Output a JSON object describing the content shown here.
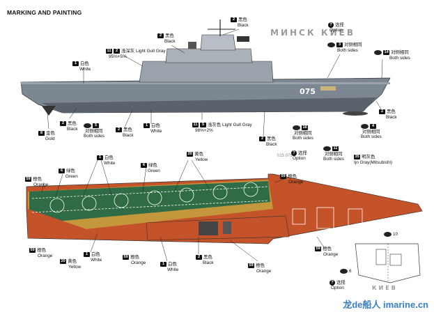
{
  "title": "MARKING AND PAINTING",
  "ship_name_top": "МИНСК КИЕВ",
  "ship_name_bottom": "КИЕВ",
  "hull_number": "075",
  "small_numbers": "015  075",
  "callouts": {
    "top_black_1": {
      "num": "2",
      "cn": "黑色",
      "en": "Black"
    },
    "top_option": {
      "num": "?",
      "cn": "选择",
      "en": "Option"
    },
    "top_black_2": {
      "num": "2",
      "cn": "黑色",
      "en": "Black"
    },
    "light_gull_gray_top": {
      "num1": "11",
      "num2": "2",
      "cn": "浅深灰",
      "en": "Light Gull Gray",
      "ratio": "95%+5%"
    },
    "white_top": {
      "num": "1",
      "cn": "白色",
      "en": "White"
    },
    "both_sides_3": {
      "num": "3",
      "cn": "对侧相同",
      "en": "Both sides"
    },
    "both_sides_14": {
      "num": "14",
      "cn": "对侧相同",
      "en": "Both sides"
    },
    "black_left": {
      "num": "2",
      "cn": "黑色",
      "en": "Black"
    },
    "both_sides_5": {
      "num": "5",
      "cn": "对侧相同",
      "en": "Both sides"
    },
    "gold": {
      "num": "8",
      "cn": "金色",
      "en": "Gold"
    },
    "black_mid": {
      "num": "2",
      "cn": "黑色",
      "en": "Black"
    },
    "white_mid": {
      "num": "1",
      "cn": "白色",
      "en": "White"
    },
    "light_gull_gray_bottom": {
      "num1": "11",
      "num2": "5",
      "cn": "浅灰色",
      "en": "Light Gull Gray",
      "ratio": "98%+2%"
    },
    "black_right_hull": {
      "num": "2",
      "cn": "黑色",
      "en": "Black"
    },
    "both_sides_16": {
      "num": "16",
      "cn": "对侧相同",
      "en": "Both sides"
    },
    "option_mid": {
      "num": "?",
      "cn": "选择",
      "en": "Option"
    },
    "both_sides_11": {
      "num": "11",
      "cn": "对侧相同",
      "en": "Both sides"
    },
    "both_sides_4": {
      "num": "4",
      "cn": "对侧相同",
      "en": "Both sides"
    },
    "black_bow": {
      "num": "2",
      "cn": "黑色",
      "en": "Black"
    },
    "ijn_gray": {
      "num": "35",
      "cn": "明灰色",
      "en": "Ijn Gray(Mitsubishi)"
    },
    "deck_white": {
      "num": "1",
      "cn": "白色",
      "en": "White"
    },
    "deck_green_1": {
      "num": "6",
      "cn": "绿色",
      "en": "Green"
    },
    "deck_green_2": {
      "num": "6",
      "cn": "绿色",
      "en": "Green"
    },
    "deck_yellow_top": {
      "num": "20",
      "cn": "黄色",
      "en": "Yellow"
    },
    "orange_tl": {
      "num": "59",
      "cn": "橙色",
      "en": "Orange"
    },
    "orange_tr": {
      "num": "59",
      "cn": "橙色",
      "en": "Orange"
    },
    "orange_bl": {
      "num": "59",
      "cn": "橙色",
      "en": "Orange"
    },
    "yellow_bl": {
      "num": "20",
      "cn": "黄色",
      "en": "Yellow"
    },
    "white_bl": {
      "num": "1",
      "cn": "白色",
      "en": "White"
    },
    "orange_bm": {
      "num": "59",
      "cn": "橙色",
      "en": "Orange"
    },
    "white_bm": {
      "num": "1",
      "cn": "白色",
      "en": "White"
    },
    "black_bm": {
      "num": "2",
      "cn": "黑色",
      "en": "Black"
    },
    "orange_bm2": {
      "num": "59",
      "cn": "橙色",
      "en": "Orange"
    },
    "orange_br": {
      "num": "59",
      "cn": "橙色",
      "en": "Orange"
    },
    "option_bottom": {
      "num": "?",
      "cn": "选择",
      "en": "Option"
    },
    "decal_10": {
      "num": "10"
    },
    "decal_6": {
      "num": "6"
    }
  },
  "watermark": "龙de船人 imarine.cn",
  "colors": {
    "hull_gray": "#7d8791",
    "deck_orange": "#c4532a",
    "deck_green": "#2f6b45",
    "deck_yellow": "#c9a73b"
  }
}
